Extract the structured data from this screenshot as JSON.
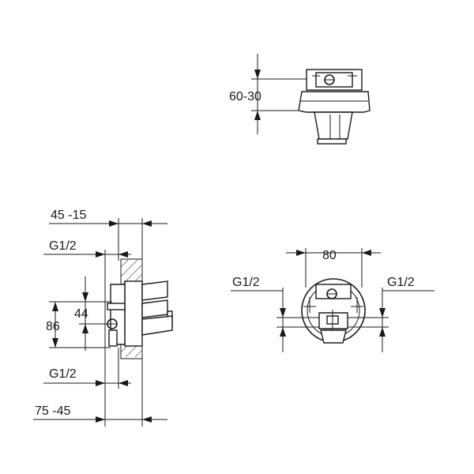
{
  "top_view": {
    "dim_depth": "60-30"
  },
  "side_view": {
    "dim_top_depth": "45  -15",
    "dim_inlet_top": "G1/2",
    "dim_height_inner": "44",
    "dim_height_outer": "86",
    "dim_inlet_bottom": "G1/2",
    "dim_bottom_depth": "75  -45"
  },
  "front_view": {
    "dim_width": "80",
    "dim_left_inlet": "G1/2",
    "dim_right_inlet": "G1/2"
  },
  "colors": {
    "line": "#1a1a1a",
    "background": "#ffffff"
  }
}
